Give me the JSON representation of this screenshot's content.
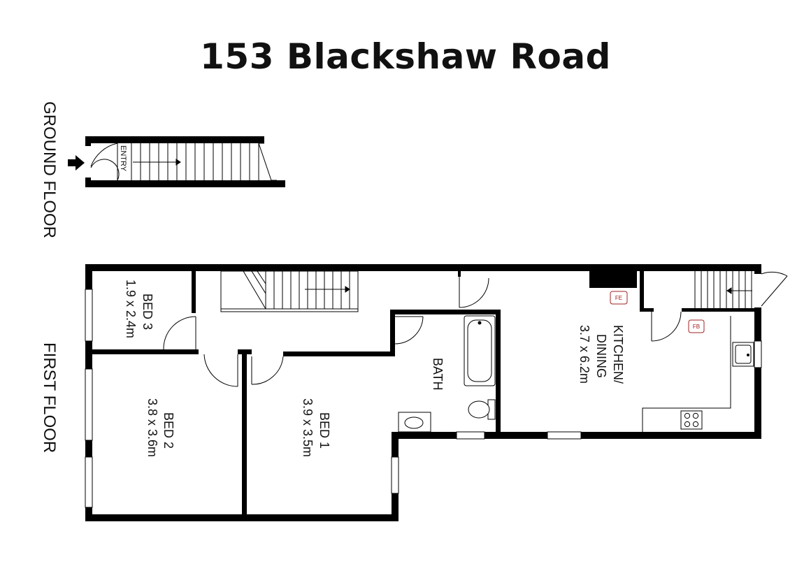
{
  "title": "153 Blackshaw Road",
  "floors": {
    "ground": "GROUND FLOOR",
    "first": "FIRST FLOOR"
  },
  "labels": {
    "entry": "ENTRY",
    "bed3_name": "BED 3",
    "bed3_size": "1.9 x 2.4m",
    "bed2_name": "BED 2",
    "bed2_size": "3.8 x 3.6m",
    "bed1_name": "BED 1",
    "bed1_size": "3.9 x 3.5m",
    "bath": "BATH",
    "kitchen_name_1": "KITCHEN/",
    "kitchen_name_2": "DINING",
    "kitchen_size": "3.7 x 6.2m",
    "fe": "FE",
    "fb": "FB"
  },
  "colors": {
    "wall": "#000000",
    "tag": "#a02020"
  }
}
